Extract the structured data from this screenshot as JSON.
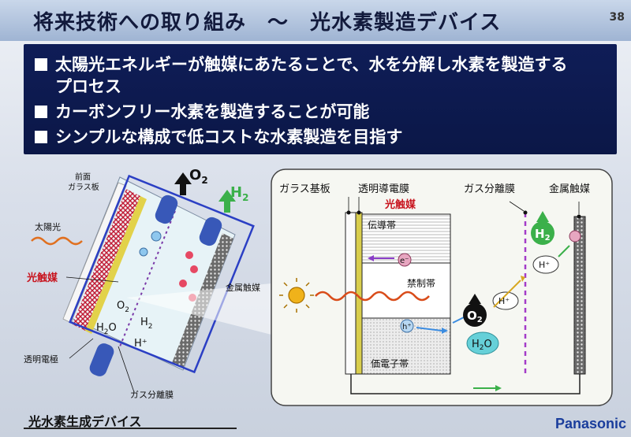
{
  "slide": {
    "title": "将来技術への取り組み　～　光水素製造デバイス",
    "number": "38"
  },
  "bullets": [
    {
      "line1": "太陽光エネルギーが触媒にあたることで、水を分解し水素を製造する",
      "line2": "プロセス"
    },
    {
      "line1": "カーボンフリー水素を製造することが可能"
    },
    {
      "line1": "シンプルな構成で低コストな水素製造を目指す"
    }
  ],
  "left_diagram": {
    "front_glass": "前面\nガラス板",
    "sunlight": "太陽光",
    "photocatalyst": "光触媒",
    "metal_catalyst": "金属触媒",
    "transparent_electrode": "透明電極",
    "gas_membrane": "ガス分離膜",
    "o2": "O",
    "o2_sub": "2",
    "h2": "H",
    "h2_sub": "2",
    "inner_o2": "O",
    "inner_o2_sub": "2",
    "inner_h2o": "H",
    "inner_h2o_sub": "2",
    "inner_h2o_o": "O",
    "inner_h2": "H",
    "inner_h2_sub": "2",
    "inner_hplus": "H⁺"
  },
  "right_diagram": {
    "glass_substrate": "ガラス基板",
    "transparent_film": "透明導電膜",
    "photocatalyst": "光触媒",
    "conduction_band": "伝導帯",
    "forbidden_band": "禁制帯",
    "valence_band": "価電子帯",
    "gas_membrane": "ガス分離膜",
    "metal_catalyst": "金属触媒",
    "electron": "e⁻",
    "hole": "h⁺",
    "hplus": "H⁺",
    "o2": "O",
    "o2_sub": "2",
    "h2o": "H",
    "h2o_sub": "2",
    "h2o_o": "O",
    "h2": "H",
    "h2_sub": "2"
  },
  "caption": "光水素生成デバイス",
  "brand": "Panasonic",
  "colors": {
    "title_text": "#121a3c",
    "bullet_bg": "#0f1d57",
    "accent_red": "#c8141e",
    "accent_green": "#3bb04a",
    "brand_blue": "#1a3d9c"
  }
}
